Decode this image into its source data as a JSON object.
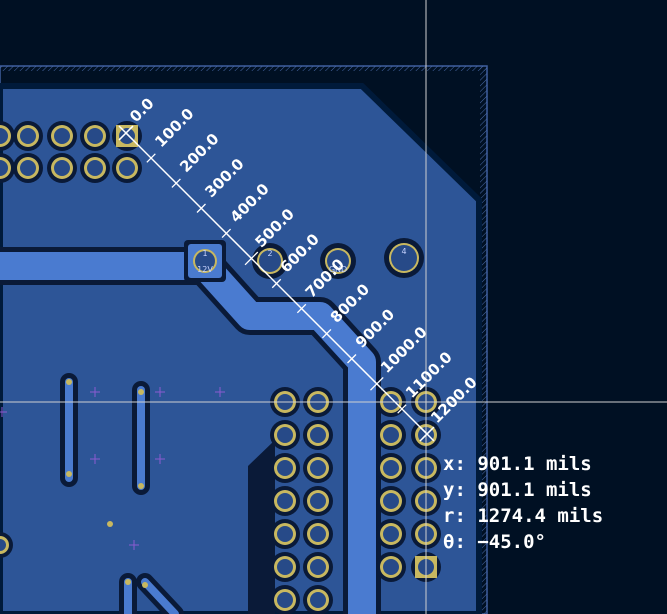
{
  "ruler": {
    "ticks": [
      "0.0",
      "100.0",
      "200.0",
      "300.0",
      "400.0",
      "500.0",
      "600.0",
      "700.0",
      "800.0",
      "900.0",
      "1000.0",
      "1100.0",
      "1200.0"
    ]
  },
  "readout": {
    "x": "x: 901.1 mils",
    "y": "y: 901.1 mils",
    "r": "r: 1274.4 mils",
    "theta": "θ: −45.0°"
  },
  "pads": {
    "pad_1_label": "1",
    "pad_1_net": "12V",
    "pad_2_label": "2",
    "pad_3_net": "GND",
    "pad_4_label": "4"
  },
  "colors": {
    "background": "#001023",
    "board_fill": "#2f5a9c",
    "copper_track": "#4a78c8",
    "pad_ring": "#c8b860",
    "cursor": "#d0d0d0",
    "ruler": "#ffffff"
  }
}
